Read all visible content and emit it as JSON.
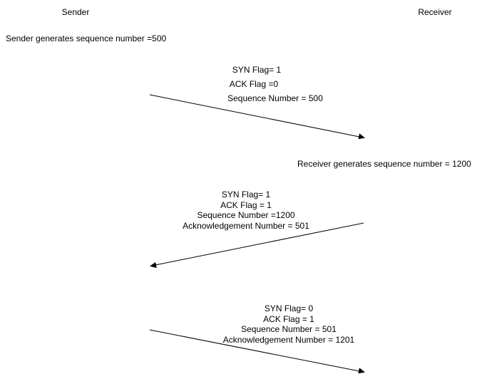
{
  "participants": {
    "sender": "Sender",
    "receiver": "Receiver"
  },
  "notes": {
    "sender_seq": "Sender generates sequence number =500",
    "receiver_seq": "Receiver generates sequence number = 1200"
  },
  "messages": [
    {
      "direction": "sender-to-receiver",
      "lines": [
        "SYN Flag= 1",
        "ACK Flag =0",
        "Sequence Number = 500"
      ]
    },
    {
      "direction": "receiver-to-sender",
      "lines": [
        "SYN Flag= 1",
        "ACK Flag = 1",
        "Sequence Number =1200",
        "Acknowledgement Number = 501"
      ]
    },
    {
      "direction": "sender-to-receiver",
      "lines": [
        "SYN Flag= 0",
        "ACK Flag = 1",
        "Sequence Number = 501",
        "Acknowledgement Number = 1201"
      ]
    }
  ],
  "colors": {
    "line": "#000000",
    "text": "#000000",
    "background": "#ffffff"
  }
}
